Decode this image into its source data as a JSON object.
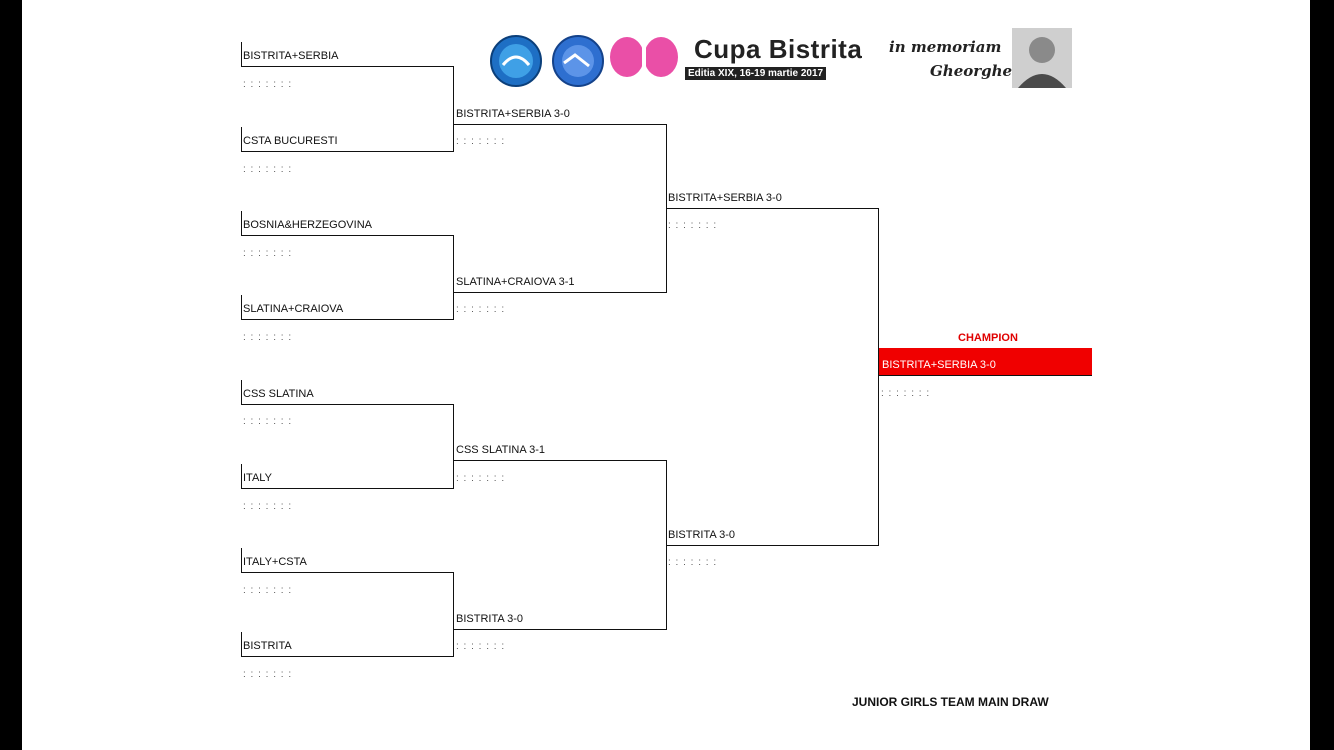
{
  "header": {
    "title": "Cupa Bistrita",
    "edition": "Editia XIX, 16-19 martie 2017",
    "memoriam_line1": "in memoriam",
    "memoriam_line2": "Gheorghe Bozga",
    "logo1_icon": "club-logo-icon",
    "logo2_icon": "sports-club-logo-icon",
    "logo3_icon": "ittf-butterfly-logo-icon",
    "photo_icon": "portrait-photo-icon"
  },
  "round1": [
    {
      "name": "BISTRITA+SERBIA",
      "score": ": : : : : : :"
    },
    {
      "name": "CSTA BUCURESTI",
      "score": ": : : : : : :"
    },
    {
      "name": "BOSNIA&HERZEGOVINA",
      "score": ": : : : : : :"
    },
    {
      "name": "SLATINA+CRAIOVA",
      "score": ": : : : : : :"
    },
    {
      "name": "CSS SLATINA",
      "score": ": : : : : : :"
    },
    {
      "name": "ITALY",
      "score": ": : : : : : :"
    },
    {
      "name": "ITALY+CSTA",
      "score": ": : : : : : :"
    },
    {
      "name": "BISTRITA",
      "score": ": : : : : : :"
    }
  ],
  "round2": [
    {
      "name": "BISTRITA+SERBIA 3-0",
      "score": ": : : : : : :"
    },
    {
      "name": "SLATINA+CRAIOVA 3-1",
      "score": ": : : : : : :"
    },
    {
      "name": "CSS SLATINA 3-1",
      "score": ": : : : : : :"
    },
    {
      "name": "BISTRITA 3-0",
      "score": ": : : : : : :"
    }
  ],
  "round3": [
    {
      "name": "BISTRITA+SERBIA 3-0",
      "score": ": : : : : : :"
    },
    {
      "name": "BISTRITA 3-0",
      "score": ": : : : : : :"
    }
  ],
  "champion": {
    "title": "CHAMPION",
    "name": "BISTRITA+SERBIA 3-0",
    "score": ": : : : : : :",
    "color": "#f00000"
  },
  "footer": "JUNIOR GIRLS TEAM MAIN DRAW"
}
